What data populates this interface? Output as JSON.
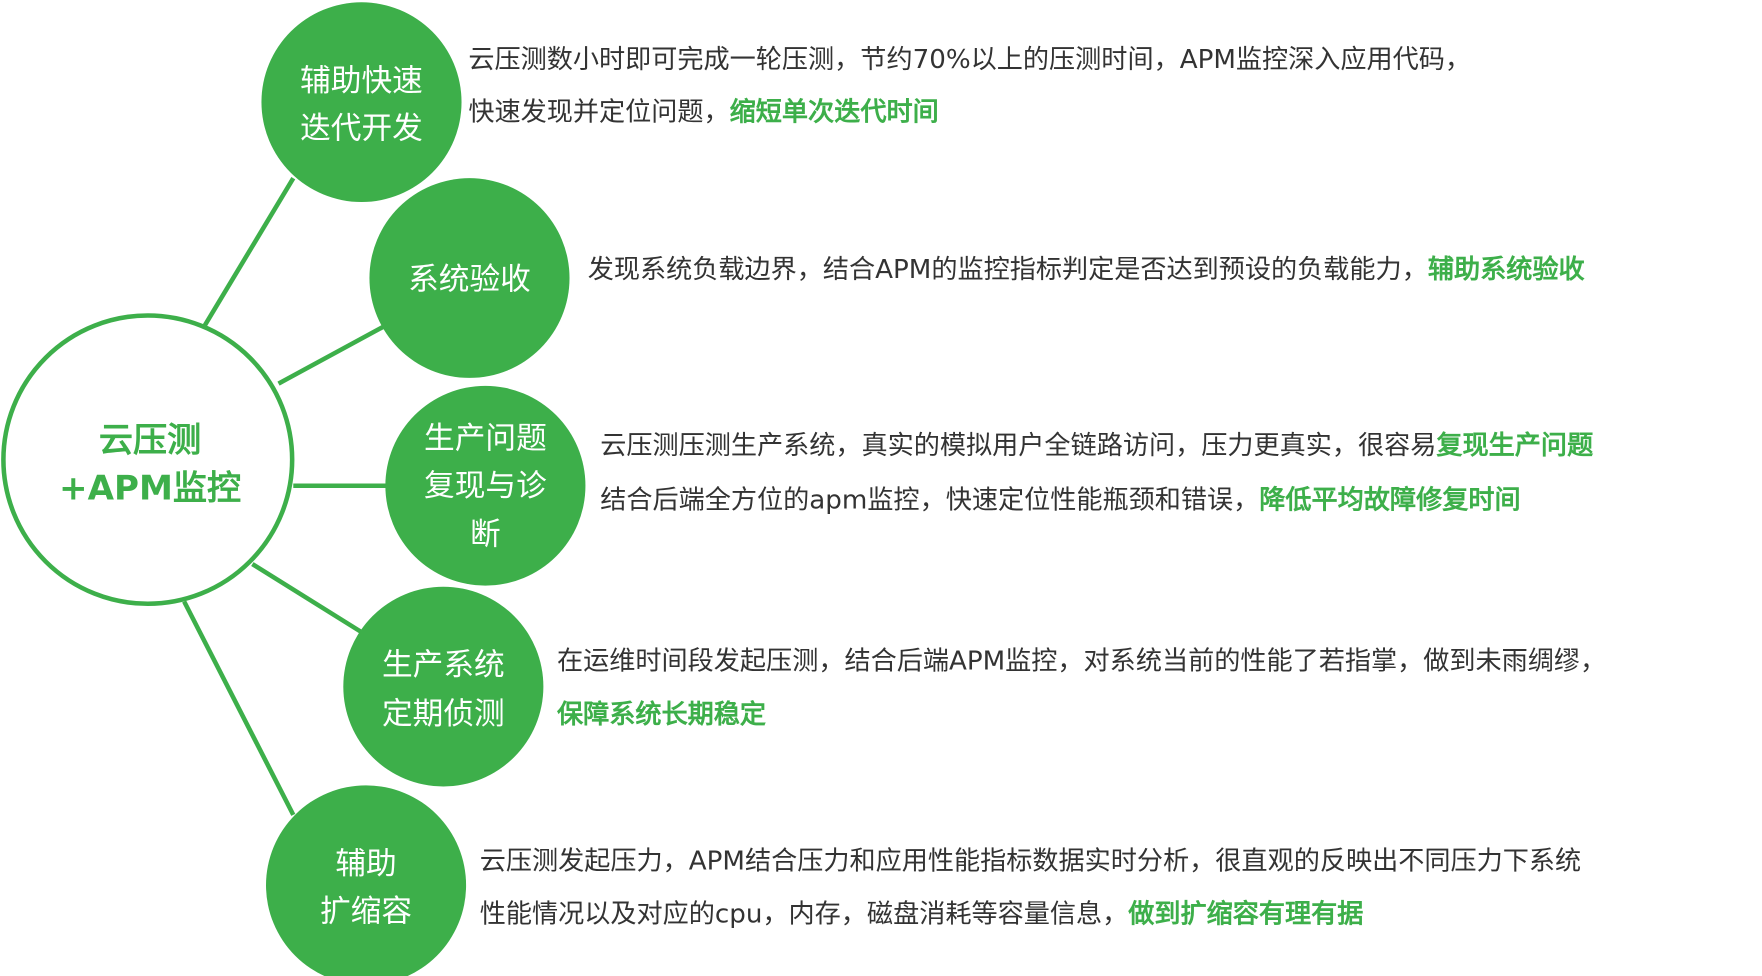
{
  "colors": {
    "accent": "#3daf4a",
    "text": "#333333"
  },
  "center": {
    "line1": "云压测",
    "line2": "+APM监控"
  },
  "nodes": [
    {
      "label_lines": [
        "辅助快速",
        "迭代开发"
      ],
      "desc_lines": [
        {
          "text": "云压测数小时即可完成一轮压测，节约70%以上的压测时间，APM监控深入应用代码，",
          "highlight": ""
        },
        {
          "text": "快速发现并定位问题，",
          "highlight": "缩短单次迭代时间"
        }
      ]
    },
    {
      "label_lines": [
        "系统验收"
      ],
      "desc_lines": [
        {
          "text": "发现系统负载边界，结合APM的监控指标判定是否达到预设的负载能力，",
          "highlight": "辅助系统验收"
        }
      ]
    },
    {
      "label_lines": [
        "生产问题",
        "复现与诊",
        "断"
      ],
      "desc_lines": [
        {
          "text": "云压测压测生产系统，真实的模拟用户全链路访问，压力更真实，很容易",
          "highlight": "复现生产问题"
        },
        {
          "text": "结合后端全方位的apm监控，快速定位性能瓶颈和错误，",
          "highlight": "降低平均故障修复时间"
        }
      ]
    },
    {
      "label_lines": [
        "生产系统",
        "定期侦测"
      ],
      "desc_lines": [
        {
          "text": "在运维时间段发起压测，结合后端APM监控，对系统当前的性能了若指掌，做到未雨绸缪，",
          "highlight": ""
        },
        {
          "text": "",
          "highlight": "保障系统长期稳定"
        }
      ]
    },
    {
      "label_lines": [
        "辅助",
        "扩缩容"
      ],
      "desc_lines": [
        {
          "text": "云压测发起压力，APM结合压力和应用性能指标数据实时分析，很直观的反映出不同压力下系统",
          "highlight": ""
        },
        {
          "text": "性能情况以及对应的cpu，内存，磁盘消耗等容量信息，",
          "highlight": "做到扩缩容有理有据"
        }
      ]
    }
  ]
}
